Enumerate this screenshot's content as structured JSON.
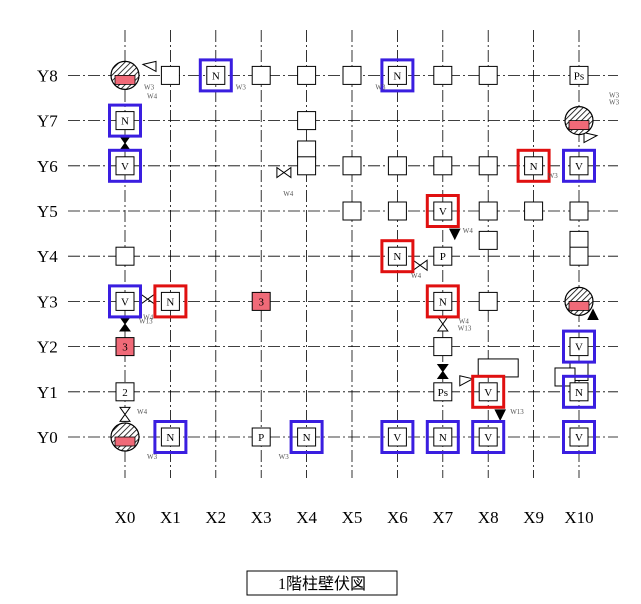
{
  "title": "1階柱壁伏図",
  "x_axes": [
    "X0",
    "X1",
    "X2",
    "X3",
    "X4",
    "X5",
    "X6",
    "X7",
    "X8",
    "X9",
    "X10"
  ],
  "y_axes": [
    "Y0",
    "Y1",
    "Y2",
    "Y3",
    "Y4",
    "Y5",
    "Y6",
    "Y7",
    "Y8"
  ],
  "colors": {
    "blue": "#3a1ee0",
    "red": "#e01010",
    "pink": "#f06a78",
    "line": "#000000"
  },
  "columns": [
    {
      "x": 0,
      "y": 8,
      "type": "round"
    },
    {
      "x": 1,
      "y": 8,
      "type": "sq"
    },
    {
      "x": 2,
      "y": 8,
      "type": "sq",
      "label": "N",
      "frame": "blue"
    },
    {
      "x": 3,
      "y": 8,
      "type": "sq"
    },
    {
      "x": 4,
      "y": 8,
      "type": "sq"
    },
    {
      "x": 5,
      "y": 8,
      "type": "sq"
    },
    {
      "x": 6,
      "y": 8,
      "type": "sq",
      "label": "N",
      "frame": "blue"
    },
    {
      "x": 7,
      "y": 8,
      "type": "sq"
    },
    {
      "x": 8,
      "y": 8,
      "type": "sq"
    },
    {
      "x": 10,
      "y": 8,
      "type": "sq",
      "label": "Ps"
    },
    {
      "x": 0,
      "y": 7,
      "type": "sq",
      "label": "N",
      "frame": "blue"
    },
    {
      "x": 10,
      "y": 7,
      "type": "round"
    },
    {
      "x": 0,
      "y": 6,
      "type": "sq",
      "label": "V",
      "frame": "blue"
    },
    {
      "x": 4,
      "y": 6,
      "type": "sq"
    },
    {
      "x": 5,
      "y": 6,
      "type": "sq"
    },
    {
      "x": 6,
      "y": 6,
      "type": "sq"
    },
    {
      "x": 7,
      "y": 6,
      "type": "sq"
    },
    {
      "x": 8,
      "y": 6,
      "type": "sq"
    },
    {
      "x": 9,
      "y": 6,
      "type": "sq",
      "label": "N",
      "frame": "red"
    },
    {
      "x": 10,
      "y": 6,
      "type": "sq",
      "label": "V",
      "frame": "blue"
    },
    {
      "x": 5,
      "y": 5,
      "type": "sq"
    },
    {
      "x": 6,
      "y": 5,
      "type": "sq"
    },
    {
      "x": 7,
      "y": 5,
      "type": "sq",
      "label": "V",
      "frame": "red"
    },
    {
      "x": 8,
      "y": 5,
      "type": "sq"
    },
    {
      "x": 9,
      "y": 5,
      "type": "sq"
    },
    {
      "x": 10,
      "y": 5,
      "type": "sq"
    },
    {
      "x": 0,
      "y": 4,
      "type": "sq"
    },
    {
      "x": 6,
      "y": 4,
      "type": "sq",
      "label": "N",
      "frame": "red"
    },
    {
      "x": 7,
      "y": 4,
      "type": "sq",
      "label": "P"
    },
    {
      "x": 10,
      "y": 4,
      "type": "sq"
    },
    {
      "x": 0,
      "y": 3,
      "type": "sq",
      "label": "V",
      "frame": "blue"
    },
    {
      "x": 1,
      "y": 3,
      "type": "sq",
      "label": "N",
      "frame": "red"
    },
    {
      "x": 3,
      "y": 3,
      "type": "pink",
      "label": "3"
    },
    {
      "x": 7,
      "y": 3,
      "type": "sq",
      "label": "N",
      "frame": "red"
    },
    {
      "x": 8,
      "y": 3,
      "type": "sq"
    },
    {
      "x": 10,
      "y": 3,
      "type": "round"
    },
    {
      "x": 0,
      "y": 2,
      "type": "pink",
      "label": "3"
    },
    {
      "x": 7,
      "y": 2,
      "type": "sq"
    },
    {
      "x": 10,
      "y": 2,
      "type": "sq",
      "label": "V",
      "frame": "blue"
    },
    {
      "x": 0,
      "y": 1,
      "type": "sq",
      "label": "2"
    },
    {
      "x": 7,
      "y": 1,
      "type": "sq",
      "label": "Ps"
    },
    {
      "x": 8,
      "y": 1,
      "type": "sq",
      "label": "V",
      "frame": "red"
    },
    {
      "x": 10,
      "y": 1,
      "type": "sq",
      "label": "N",
      "frame": "blue"
    },
    {
      "x": 0,
      "y": 0,
      "type": "round"
    },
    {
      "x": 1,
      "y": 0,
      "type": "sq",
      "label": "N",
      "frame": "blue"
    },
    {
      "x": 3,
      "y": 0,
      "type": "sq",
      "label": "P"
    },
    {
      "x": 4,
      "y": 0,
      "type": "sq",
      "label": "N",
      "frame": "blue"
    },
    {
      "x": 6,
      "y": 0,
      "type": "sq",
      "label": "V",
      "frame": "blue"
    },
    {
      "x": 7,
      "y": 0,
      "type": "sq",
      "label": "N",
      "frame": "blue"
    },
    {
      "x": 8,
      "y": 0,
      "type": "sq",
      "label": "V",
      "frame": "blue"
    },
    {
      "x": 10,
      "y": 0,
      "type": "sq",
      "label": "V",
      "frame": "blue"
    }
  ],
  "extra_squares": [
    {
      "x": 4,
      "y": 7
    },
    {
      "x": 4,
      "y": 6.35
    },
    {
      "x": 8,
      "y": 4.35
    },
    {
      "x": 10,
      "y": 4.35
    },
    {
      "x": 10,
      "y": 1.45
    }
  ],
  "wall_labels": [
    "W3",
    "W3",
    "W3",
    "W4",
    "W4",
    "W4",
    "W4",
    "W13",
    "W13",
    "W3",
    "W3",
    "W3",
    "W3",
    "W4",
    "W4",
    "W4",
    "W13",
    "W3"
  ]
}
